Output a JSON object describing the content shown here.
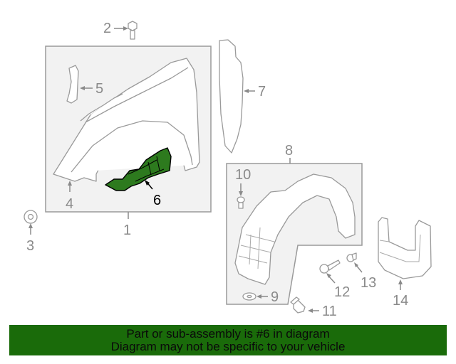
{
  "diagram": {
    "highlighted_part": "6",
    "highlight_color": "#2d7a1e",
    "callouts": [
      {
        "id": "1",
        "label": "1",
        "part": "fender-assembly"
      },
      {
        "id": "2",
        "label": "2",
        "part": "bolt"
      },
      {
        "id": "3",
        "label": "3",
        "part": "nut"
      },
      {
        "id": "4",
        "label": "4",
        "part": "fender-lower-edge"
      },
      {
        "id": "5",
        "label": "5",
        "part": "bracket"
      },
      {
        "id": "6",
        "label": "6",
        "part": "insulator"
      },
      {
        "id": "7",
        "label": "7",
        "part": "side-panel-seal"
      },
      {
        "id": "8",
        "label": "8",
        "part": "fender-liner-assembly"
      },
      {
        "id": "9",
        "label": "9",
        "part": "washer"
      },
      {
        "id": "10",
        "label": "10",
        "part": "clip"
      },
      {
        "id": "11",
        "label": "11",
        "part": "bolt"
      },
      {
        "id": "12",
        "label": "12",
        "part": "screw"
      },
      {
        "id": "13",
        "label": "13",
        "part": "clip"
      },
      {
        "id": "14",
        "label": "14",
        "part": "mud-guard"
      }
    ]
  },
  "banner": {
    "background": "#1a6b0a",
    "line1": "Part or sub-assembly is #6 in diagram",
    "line2": "Diagram may not be specific to your vehicle"
  }
}
